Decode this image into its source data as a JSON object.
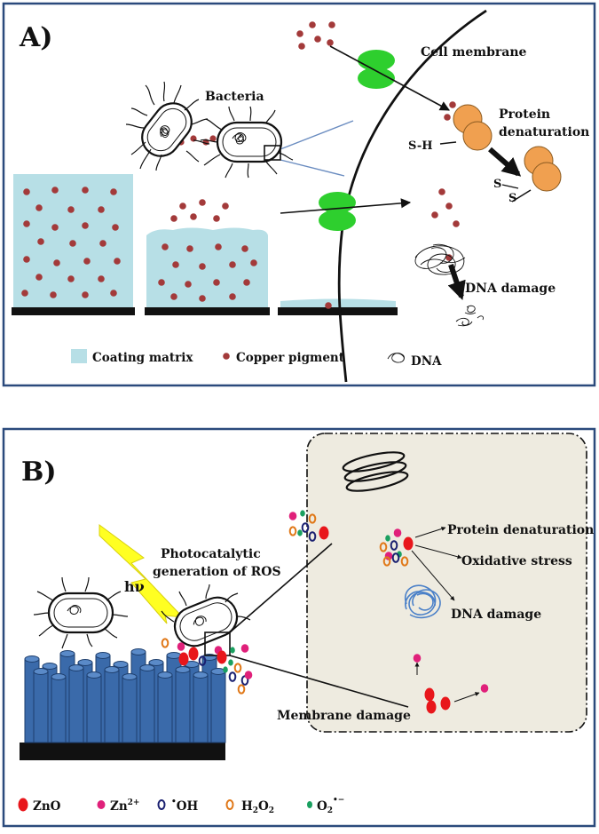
{
  "panel_a": {
    "label": "A)",
    "text": {
      "bacteria": "Bacteria",
      "cell_membrane": "Cell membrane",
      "protein_denaturation_1": "Protein",
      "protein_denaturation_2": "denaturation",
      "sh": "S-H",
      "s1": "S",
      "s2": "S",
      "dna_damage": "DNA damage"
    },
    "legend": {
      "coating_matrix": "Coating matrix",
      "copper_pigment": "Copper pigment",
      "dna": "DNA"
    }
  },
  "panel_b": {
    "label": "B)",
    "text": {
      "hv": "hν",
      "photocatalytic_1": "Photocatalytic",
      "photocatalytic_2": "generation of ROS",
      "protein_denaturation": "Protein denaturation",
      "oxidative_stress": "Oxidative stress",
      "dna_damage": "DNA damage",
      "membrane_damage": "Membrane damage"
    },
    "legend": {
      "zno": "ZnO",
      "zn2": "Zn",
      "zn2_sup": "2+",
      "oh_dot": "•",
      "oh": "OH",
      "h2o2_h": "H",
      "h2o2_2a": "2",
      "h2o2_o": "O",
      "h2o2_2b": "2",
      "o2_o": "O",
      "o2_sub": "2",
      "o2_sup": "•−"
    }
  },
  "colors": {
    "frame": "#2b4a7c",
    "coating": "#b7dfe6",
    "copper": "#a33a3a",
    "membrane_channel": "#2ecf2e",
    "protein": "#f0a050",
    "zno": "#e8161b",
    "zn2": "#e0207a",
    "oh": "#1a2070",
    "h2o2": "#e07818",
    "o2": "#1aa060",
    "nanorod": "#3a6aaa",
    "cell_fill": "#eeebe0",
    "lightning": "#ffff22",
    "dna_blue": "#4a80c8"
  }
}
